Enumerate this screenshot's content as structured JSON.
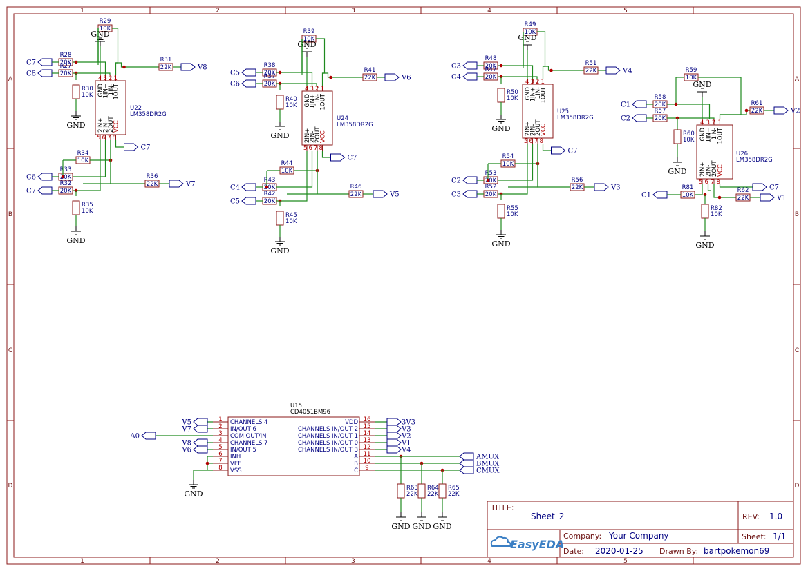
{
  "sheet": {
    "title_label": "TITLE:",
    "title": "Sheet_2",
    "rev_label": "REV:",
    "rev": "1.0",
    "company_label": "Company:",
    "company": "Your Company",
    "sheet_label": "Sheet:",
    "sheet_no": "1/1",
    "date_label": "Date:",
    "date": "2020-01-25",
    "drawn_label": "Drawn By:",
    "drawn_by": "bartpokemon69",
    "brand": "EasyEDA"
  },
  "zones": {
    "cols": [
      "1",
      "2",
      "3",
      "4",
      "5"
    ],
    "rows": [
      "A",
      "B",
      "C",
      "D"
    ]
  },
  "gnd": "GND",
  "amps": [
    {
      "ref": "U22",
      "part": "LM358DR2G",
      "res": {
        "fb1": "R29",
        "fb1v": "10K",
        "in1a": "R28",
        "in1b": "R27",
        "in1v": "20K",
        "pd1": "R30",
        "pd1v": "10K",
        "out1": "R31",
        "out1v": "22K",
        "fb2": "R34",
        "fb2v": "10K",
        "in2a": "R33",
        "in2b": "R32",
        "in2v": "20K",
        "pd2": "R35",
        "pd2v": "10K",
        "out2": "R36",
        "out2v": "22K"
      },
      "nets": {
        "a1": "C7",
        "b1": "C8",
        "vcc": "C7",
        "a2": "C6",
        "b2": "C7",
        "o1": "V8",
        "o2": "V7"
      }
    },
    {
      "ref": "U24",
      "part": "LM358DR2G",
      "res": {
        "fb1": "R39",
        "fb1v": "10K",
        "in1a": "R38",
        "in1b": "R37",
        "in1v": "20K",
        "pd1": "R40",
        "pd1v": "10K",
        "out1": "R41",
        "out1v": "22K",
        "fb2": "R44",
        "fb2v": "10K",
        "in2a": "R43",
        "in2b": "R42",
        "in2v": "20K",
        "pd2": "R45",
        "pd2v": "10K",
        "out2": "R46",
        "out2v": "22K"
      },
      "nets": {
        "a1": "C5",
        "b1": "C6",
        "vcc": "C7",
        "a2": "C4",
        "b2": "C5",
        "o1": "V6",
        "o2": "V5"
      }
    },
    {
      "ref": "U25",
      "part": "LM358DR2G",
      "res": {
        "fb1": "R49",
        "fb1v": "10K",
        "in1a": "R48",
        "in1b": "R47",
        "in1v": "20K",
        "pd1": "R50",
        "pd1v": "10K",
        "out1": "R51",
        "out1v": "22K",
        "fb2": "R54",
        "fb2v": "10K",
        "in2a": "R53",
        "in2b": "R52",
        "in2v": "20K",
        "pd2": "R55",
        "pd2v": "10K",
        "out2": "R56",
        "out2v": "22K"
      },
      "nets": {
        "a1": "C3",
        "b1": "C4",
        "vcc": "C7",
        "a2": "C2",
        "b2": "C3",
        "o1": "V4",
        "o2": "V3"
      }
    }
  ],
  "u26": {
    "ref": "U26",
    "part": "LM358DR2G",
    "r59": "R59",
    "r59v": "10K",
    "r58": "R58",
    "r57": "R57",
    "r20k": "20K",
    "r60": "R60",
    "r60v": "10K",
    "r61": "R61",
    "r61v": "22K",
    "r81": "R81",
    "r81v": "10K",
    "r82": "R82",
    "r82v": "10K",
    "r62": "R62",
    "r62v": "22K",
    "c1a": "C1",
    "c2": "C2",
    "c7": "C7",
    "c1b": "C1",
    "v2": "V2",
    "v1": "V1"
  },
  "pins": {
    "gnd": "GND",
    "in1p": "1IN+",
    "in1n": "1IN-",
    "out1": "1OUT",
    "in2p": "2IN+",
    "in2n": "2IN-",
    "out2": "2OUT",
    "vcc": "VCC"
  },
  "mux": {
    "ref": "U15",
    "part": "CD4051BM96",
    "left": [
      {
        "n": "1",
        "name": "CHANNELS 4",
        "net": "V5"
      },
      {
        "n": "2",
        "name": "IN/OUT 6",
        "net": "V7"
      },
      {
        "n": "3",
        "name": "COM OUT/IN",
        "net": "A0"
      },
      {
        "n": "4",
        "name": "CHANNELS 7",
        "net": "V8"
      },
      {
        "n": "5",
        "name": "IN/OUT 5",
        "net": "V6"
      },
      {
        "n": "6",
        "name": "INH",
        "net": ""
      },
      {
        "n": "7",
        "name": "VEE",
        "net": ""
      },
      {
        "n": "8",
        "name": "VSS",
        "net": ""
      }
    ],
    "right": [
      {
        "n": "16",
        "name": "VDD",
        "net": "3V3"
      },
      {
        "n": "15",
        "name": "CHANNELS IN/OUT 2",
        "net": "V3"
      },
      {
        "n": "14",
        "name": "CHANNELS IN/OUT 1",
        "net": "V2"
      },
      {
        "n": "13",
        "name": "CHANNELS IN/OUT 0",
        "net": "V1"
      },
      {
        "n": "12",
        "name": "CHANNELS IN/OUT 3",
        "net": "V4"
      },
      {
        "n": "11",
        "name": "A",
        "net": "AMUX"
      },
      {
        "n": "10",
        "name": "B",
        "net": "BMUX"
      },
      {
        "n": "9",
        "name": "C",
        "net": "CMUX"
      }
    ],
    "pulldowns": [
      {
        "ref": "R63",
        "val": "22K"
      },
      {
        "ref": "R64",
        "val": "22K"
      },
      {
        "ref": "R65",
        "val": "22K"
      }
    ]
  },
  "colors": {
    "frame": "#8b1a1a",
    "wire": "#1f8a1f",
    "net_label": "#000080",
    "junction": "#b00000"
  }
}
